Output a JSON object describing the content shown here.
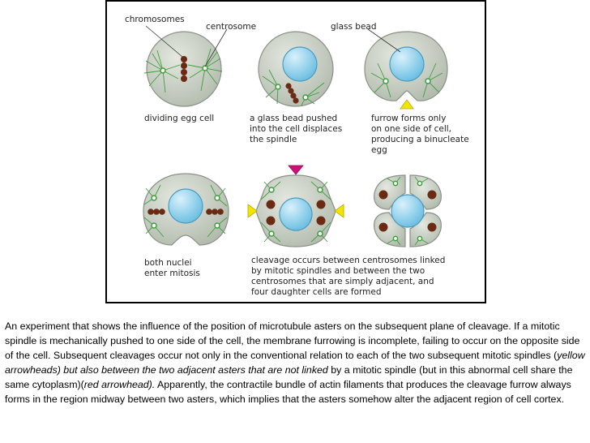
{
  "labels": {
    "chromosomes": "chromosomes",
    "centrosome": "centrosome",
    "glass_bead": "glass bead",
    "dividing_egg_cell": "dividing egg cell",
    "bead_pushed": "a glass bead pushed\ninto the cell displaces\nthe spindle",
    "furrow_one_side": "furrow forms only\non one side of cell,\nproducing a binucleate\negg",
    "both_nuclei": "both nuclei\nenter mitosis",
    "cleavage_occurs": "cleavage occurs between centrosomes linked\nby mitotic spindles and between the two\ncentrosomes that are simply adjacent, and\nfour daughter cells are formed"
  },
  "caption": {
    "p1": "An experiment that shows the influence of the position of microtubule asters on the subsequent plane of cleavage. If a mitotic spindle is mechanically pushed to one side of the cell, the membrane furrowing is incomplete, failing to occur on the opposite side of the cell. Subsequent cleavages occur not only in the conventional relation to each of the two subsequent mitotic spindles (",
    "em1": "yellow arrowheads) but also between the two adjacent asters that are not linked",
    "p2": " by a mitotic spindle (but in this abnormal cell share the same cytoplasm)(",
    "em2": "red arrowhead).",
    "p3": " Apparently, the contractile bundle of actin filaments that produces the cleavage furrow always forms in the region midway between two asters, which implies that the asters somehow alter the adjacent region of cell cortex."
  },
  "colors": {
    "cell": "#c9cfc4",
    "cell_edge": "#8a9187",
    "bead": "#8fd0ea",
    "aster": "#3da03d",
    "chromosome": "#6b2a14",
    "yellow_arrow": "#f2e600",
    "red_arrow": "#d0107a"
  }
}
